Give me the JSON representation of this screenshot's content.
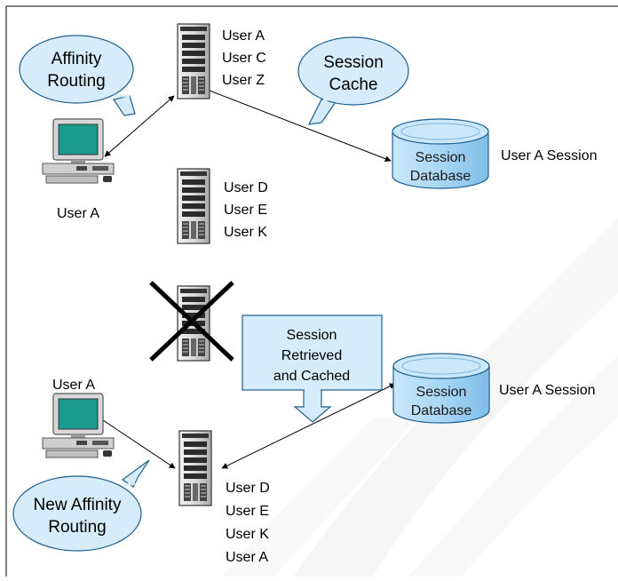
{
  "bubbles": {
    "affinity_routing": [
      "Affinity",
      "Routing"
    ],
    "session_cache": [
      "Session",
      "Cache"
    ],
    "new_affinity_routing": [
      "New Affinity",
      "Routing"
    ]
  },
  "callout_box": [
    "Session",
    "Retrieved",
    "and Cached"
  ],
  "servers": {
    "top": {
      "users": [
        "User A",
        "User C",
        "User Z"
      ]
    },
    "middle": {
      "users": [
        "User D",
        "User E",
        "User K"
      ]
    },
    "bottom": {
      "users": [
        "User D",
        "User E",
        "User K",
        "User A"
      ]
    }
  },
  "clients": {
    "top": {
      "label": "User A"
    },
    "bottom": {
      "label": "User A"
    }
  },
  "databases": {
    "top": {
      "label": [
        "Session",
        "Database"
      ],
      "side_label": "User A Session"
    },
    "bottom": {
      "label": [
        "Session",
        "Database"
      ],
      "side_label": "User A Session"
    }
  },
  "colors": {
    "bubble_fill": "#d6ecfa",
    "db_fill": "#a9d7f5",
    "monitor_screen": "#1a9a8f",
    "failed_x": "#000000"
  }
}
